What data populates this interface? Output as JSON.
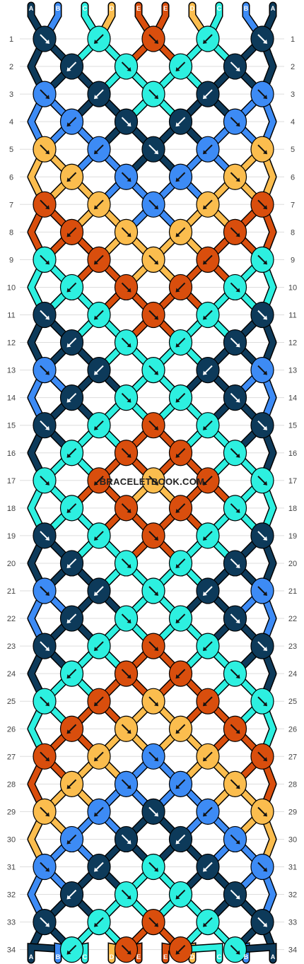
{
  "watermark": "BRACELETBOOK.COM",
  "colors": {
    "A": "#0d3a5a",
    "B": "#3d8bf5",
    "C": "#2df0e0",
    "D": "#fbbd4e",
    "E": "#d94e0d"
  },
  "strands_top": [
    "A",
    "B",
    "C",
    "D",
    "E",
    "E",
    "D",
    "C",
    "B",
    "A"
  ],
  "strands_bottom": [
    "A",
    "B",
    "C",
    "D",
    "E",
    "E",
    "D",
    "C",
    "B",
    "A"
  ],
  "row_numbers": [
    1,
    2,
    3,
    4,
    5,
    6,
    7,
    8,
    9,
    10,
    11,
    12,
    13,
    14,
    15,
    16,
    17,
    18,
    19,
    20,
    21,
    22,
    23,
    24,
    25,
    26,
    27,
    28,
    29,
    30,
    31,
    32,
    33,
    34
  ],
  "knot_colors": [
    [
      "A",
      "C",
      "E",
      "C",
      "A"
    ],
    [
      "A",
      "C",
      "C",
      "A"
    ],
    [
      "B",
      "A",
      "C",
      "A",
      "B"
    ],
    [
      "B",
      "A",
      "A",
      "B"
    ],
    [
      "D",
      "B",
      "A",
      "B",
      "D"
    ],
    [
      "D",
      "B",
      "B",
      "D"
    ],
    [
      "E",
      "D",
      "B",
      "D",
      "E"
    ],
    [
      "E",
      "D",
      "D",
      "E"
    ],
    [
      "C",
      "E",
      "D",
      "E",
      "C"
    ],
    [
      "C",
      "E",
      "E",
      "C"
    ],
    [
      "A",
      "C",
      "E",
      "C",
      "A"
    ],
    [
      "A",
      "C",
      "C",
      "A"
    ],
    [
      "B",
      "A",
      "C",
      "A",
      "B"
    ],
    [
      "A",
      "C",
      "C",
      "A"
    ],
    [
      "A",
      "C",
      "E",
      "C",
      "A"
    ],
    [
      "C",
      "E",
      "E",
      "C"
    ],
    [
      "C",
      "E",
      "D",
      "E",
      "C"
    ],
    [
      "C",
      "E",
      "E",
      "C"
    ],
    [
      "A",
      "C",
      "E",
      "C",
      "A"
    ],
    [
      "A",
      "C",
      "C",
      "A"
    ],
    [
      "B",
      "A",
      "C",
      "A",
      "B"
    ],
    [
      "A",
      "C",
      "C",
      "A"
    ],
    [
      "A",
      "C",
      "E",
      "C",
      "A"
    ],
    [
      "C",
      "E",
      "E",
      "C"
    ],
    [
      "C",
      "E",
      "D",
      "E",
      "C"
    ],
    [
      "E",
      "D",
      "D",
      "E"
    ],
    [
      "E",
      "D",
      "B",
      "D",
      "E"
    ],
    [
      "D",
      "B",
      "B",
      "D"
    ],
    [
      "D",
      "B",
      "A",
      "B",
      "D"
    ],
    [
      "B",
      "A",
      "A",
      "B"
    ],
    [
      "B",
      "A",
      "C",
      "A",
      "B"
    ],
    [
      "A",
      "C",
      "C",
      "A"
    ],
    [
      "A",
      "C",
      "E",
      "C",
      "A"
    ],
    [
      "C",
      "E",
      "E",
      "C"
    ]
  ]
}
